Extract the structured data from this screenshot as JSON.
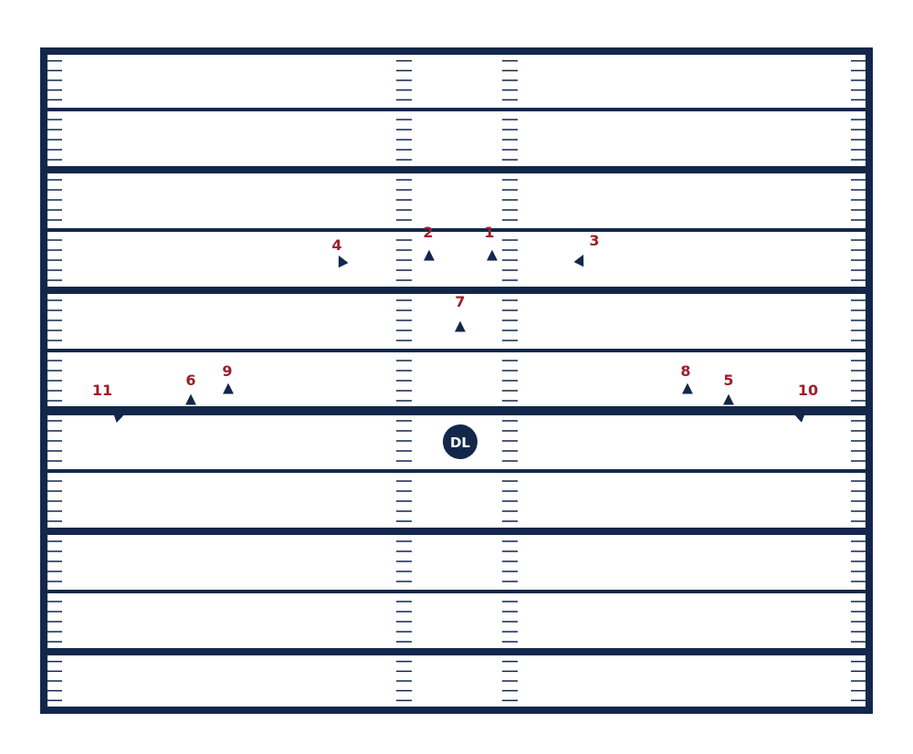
{
  "colors": {
    "field_line": "#13274b",
    "route_line": "#13274b",
    "label": "#a11d2a",
    "player_fill": "#13274b",
    "player_text": "#ffffff",
    "background": "#ffffff"
  },
  "player": {
    "label": "DL"
  },
  "routes": [
    {
      "label": "1"
    },
    {
      "label": "2"
    },
    {
      "label": "3"
    },
    {
      "label": "4"
    },
    {
      "label": "5"
    },
    {
      "label": "6"
    },
    {
      "label": "7"
    },
    {
      "label": "8"
    },
    {
      "label": "9"
    },
    {
      "label": "10"
    },
    {
      "label": "11"
    }
  ]
}
